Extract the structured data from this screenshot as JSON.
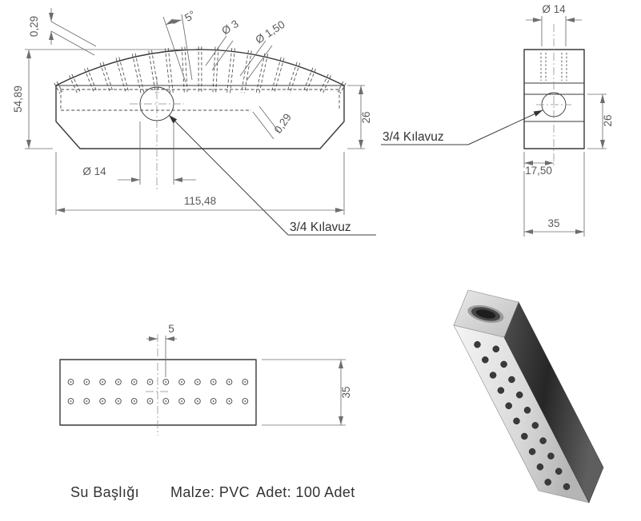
{
  "meta": {
    "background_color": "#ffffff",
    "edge_color": "#383838",
    "dimension_color": "#6e6e6e",
    "text_color": "#5a5a5a"
  },
  "front_view": {
    "dim_offset_top": "0,29",
    "dim_nozzle_angle": "5°",
    "dim_nozzle_outer": "Ø 3",
    "dim_nozzle_inner": "Ø 1,50",
    "dim_total_height": "54,89",
    "dim_body_height": "26",
    "dim_wall_offset": "0,29",
    "dim_center_hole": "Ø 14",
    "dim_total_width": "115,48",
    "leader_label": "3/4 Kılavuz"
  },
  "side_view": {
    "dim_hole": "Ø 14",
    "dim_body_height": "26",
    "dim_hole_offset": "17,50",
    "dim_width": "35",
    "leader_label": "3/4 Kılavuz"
  },
  "bottom_view": {
    "dim_hole_spacing": "5",
    "dim_depth": "35"
  },
  "title_block": {
    "part_name": "Su Başlığı",
    "material_label": "Malze: PVC",
    "quantity_label": "Adet: 100 Adet"
  }
}
